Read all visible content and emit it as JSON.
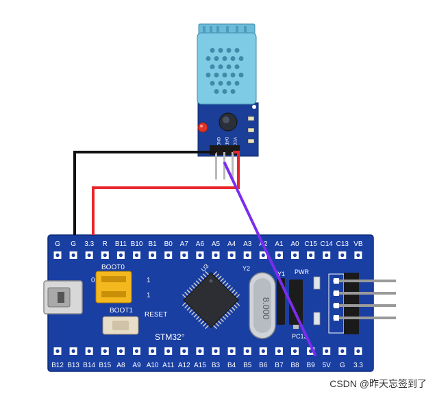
{
  "sensor": {
    "pin_labels": [
      "GND",
      "DATA",
      "VCC"
    ],
    "body_color": "#7ecbe6",
    "pcb_color": "#1b3f98"
  },
  "board": {
    "top_pins": [
      "G",
      "G",
      "3.3",
      "R",
      "B11",
      "B10",
      "B1",
      "B0",
      "A7",
      "A6",
      "A5",
      "A4",
      "A3",
      "A2",
      "A1",
      "A0",
      "C15",
      "C14",
      "C13",
      "VB"
    ],
    "bottom_pins": [
      "B12",
      "B13",
      "B14",
      "B15",
      "A8",
      "A9",
      "A10",
      "A11",
      "A12",
      "A15",
      "B3",
      "B4",
      "B5",
      "B6",
      "B7",
      "B8",
      "B9",
      "5V",
      "G",
      "3.3"
    ],
    "chip_label": "U3",
    "crystal_label": "Y2",
    "crystal_text": "8.000",
    "y1_label": "Y1",
    "pwr_label": "PWR",
    "pc13_label": "PC13",
    "reset_label": "RESET",
    "boot0_label": "BOOT0",
    "boot1_label": "BOOT1",
    "jumper_digit_0": "0",
    "jumper_digit_1": "1",
    "brand_label": "STM32°",
    "pcb_color": "#1a3fa3"
  },
  "wires": {
    "gnd_color": "#111111",
    "vcc_color": "#e8262b",
    "data_color": "#7b2cf0"
  },
  "watermark": "CSDN @昨天忘签到了"
}
